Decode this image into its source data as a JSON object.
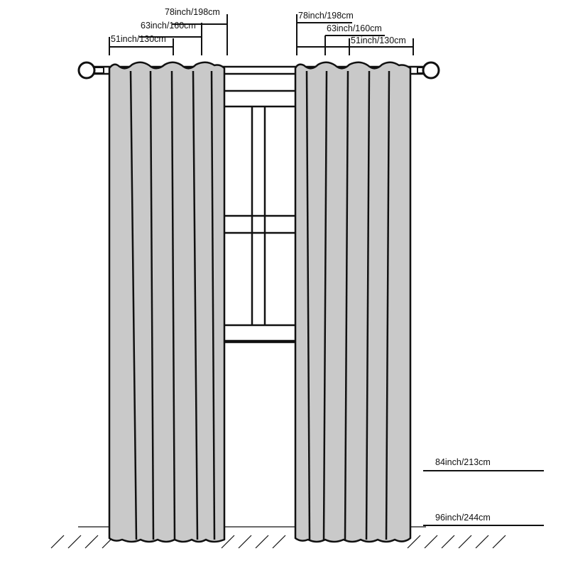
{
  "diagram": {
    "colors": {
      "line": "#111111",
      "curtain_fill": "#c9c9c9",
      "background": "#ffffff"
    },
    "width_labels_left": {
      "w78": "78inch/198cm",
      "w63": "63inch/160cm",
      "w51": "51inch/130cm"
    },
    "width_labels_right": {
      "w78": "78inch/198cm",
      "w63": "63inch/160cm",
      "w51": "51inch/130cm"
    },
    "length_labels": {
      "l84": "84inch/213cm",
      "l96": "96inch/244cm"
    }
  }
}
